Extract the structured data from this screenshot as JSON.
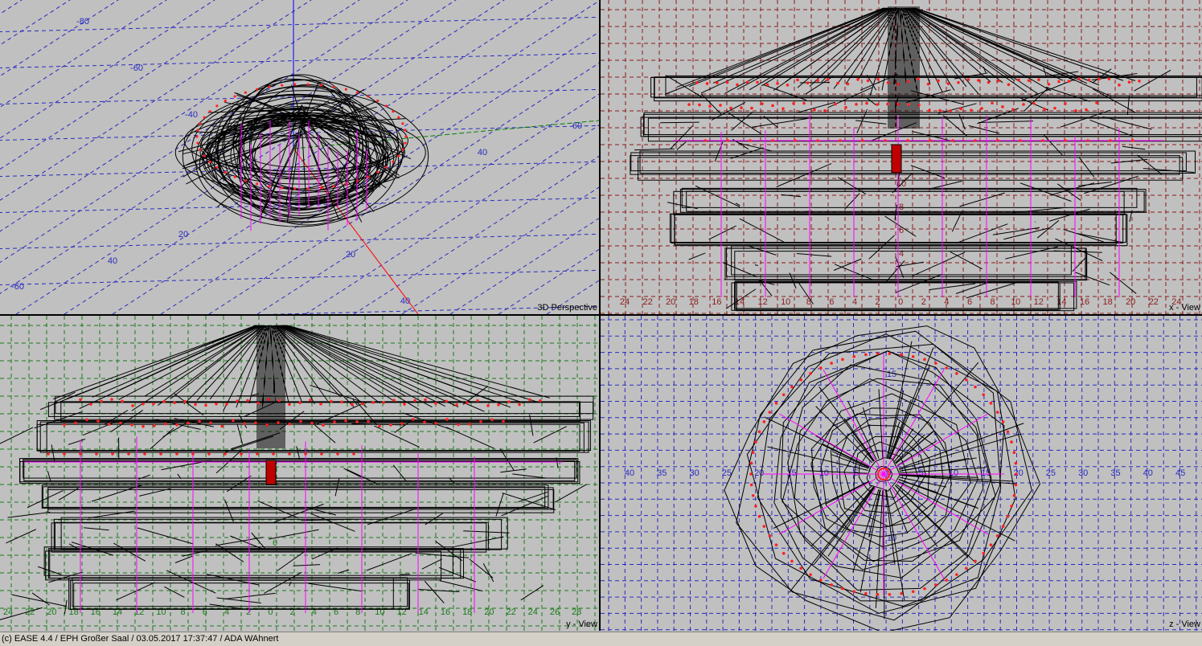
{
  "viewports": {
    "perspective": {
      "label": "3D Perspective",
      "grid_color": "#2a2abf",
      "tick_labels": [
        "-80",
        "-60",
        "-40",
        "60",
        "40",
        "20",
        "40",
        "-60",
        "20",
        "40"
      ]
    },
    "x_view": {
      "label": "x - View",
      "grid_color": "#8b1a1a",
      "axis_ticks": [
        "24",
        "22",
        "20",
        "18",
        "16",
        "14",
        "12",
        "10",
        "8",
        "6",
        "4",
        "2",
        "0",
        "2",
        "4",
        "6",
        "8",
        "10",
        "12",
        "14",
        "16",
        "18",
        "20",
        "22",
        "24"
      ],
      "vertical_ticks": [
        "10",
        "8",
        "6",
        "4"
      ]
    },
    "y_view": {
      "label": "y - View",
      "grid_color": "#1a7a1a",
      "axis_ticks": [
        "24",
        "22",
        "20",
        "18",
        "16",
        "14",
        "12",
        "10",
        "8",
        "6",
        "4",
        "2",
        "0",
        "2",
        "4",
        "6",
        "8",
        "10",
        "12",
        "14",
        "16",
        "18",
        "20",
        "22",
        "24",
        "26",
        "28"
      ],
      "vertical_ticks": [
        "6"
      ]
    },
    "z_view": {
      "label": "z - View",
      "grid_color": "#2a2abf",
      "axis_ticks": [
        "40",
        "35",
        "30",
        "25",
        "20",
        "15",
        "10",
        "5",
        "0",
        "5",
        "10",
        "15",
        "20",
        "25",
        "30",
        "35",
        "40",
        "45"
      ],
      "vertical_ticks": [
        "15",
        "10"
      ]
    }
  },
  "wire_color": "#000000",
  "marker_color": "#ff2020",
  "guide_color": "#ff00ff",
  "status_text": "(c) EASE 4.4  / EPH Großer Saal  / 03.05.2017 17:37:47 / ADA WAhnert"
}
